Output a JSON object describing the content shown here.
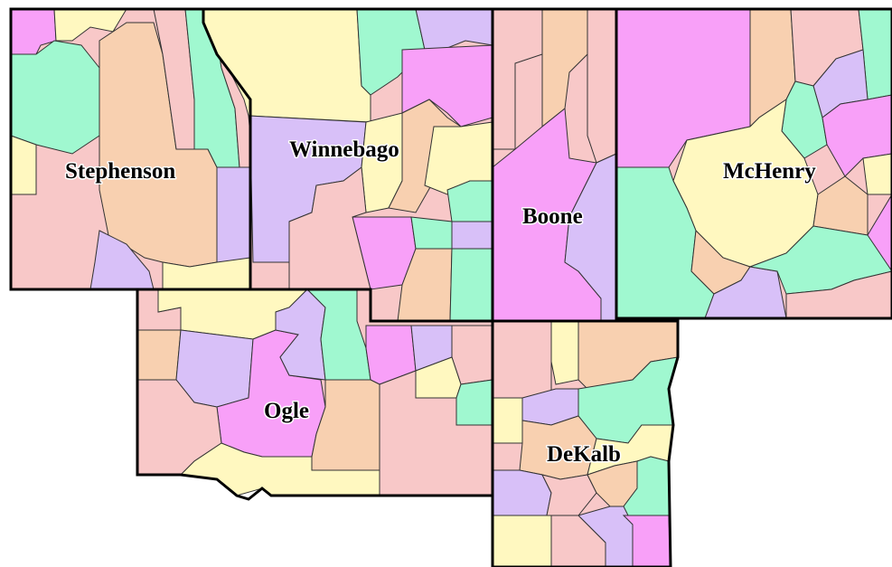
{
  "counties": [
    {
      "id": "stephenson",
      "name": "Stephenson"
    },
    {
      "id": "winnebago",
      "name": "Winnebago"
    },
    {
      "id": "boone",
      "name": "Boone"
    },
    {
      "id": "mchenry",
      "name": "McHenry"
    },
    {
      "id": "ogle",
      "name": "Ogle"
    },
    {
      "id": "dekalb",
      "name": "DeKalb"
    }
  ],
  "palette": {
    "pink": "#f8c8c8",
    "peach": "#f8d0b0",
    "yellow": "#fff8c0",
    "magenta": "#f8a0f8",
    "lavender": "#d8c0f8",
    "mint": "#a0f8d0",
    "border": "#000000",
    "township_line": "#333333"
  }
}
